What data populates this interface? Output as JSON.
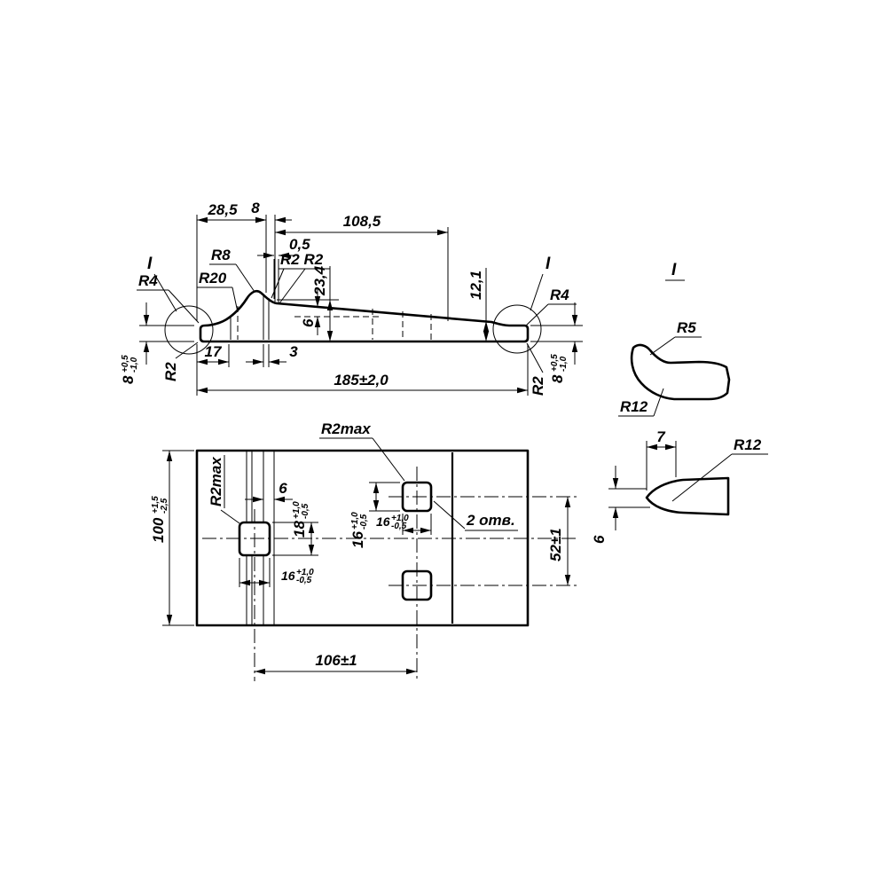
{
  "side_view": {
    "dim_28_5": "28,5",
    "dim_8": "8",
    "dim_108_5": "108,5",
    "dim_0_5": "0,5",
    "dim_23_4": "23,4",
    "dim_6": "6",
    "dim_12_1": "12,1",
    "dim_17": "17",
    "dim_3": "3",
    "dim_185": "185±2,0",
    "r4_left": "R4",
    "r8": "R8",
    "r20": "R20",
    "r2_pair": "R2 R2",
    "r4_right": "R4",
    "r2_bottom_left": "R2",
    "r2_bottom_right": "R2",
    "end_height": {
      "value": "8",
      "tol_plus": "+0,5",
      "tol_minus": "-1,0"
    },
    "section_mark_left": "I",
    "section_mark_right": "I"
  },
  "plan_view": {
    "overall_width": {
      "value": "100",
      "tol_plus": "+1,5",
      "tol_minus": "-2,5"
    },
    "r2max_top": "R2max",
    "r2max_side": "R2max",
    "dim_6": "6",
    "hole_height": {
      "value": "18",
      "tol_plus": "+1,0",
      "tol_minus": "-0,5"
    },
    "hole_size": {
      "value": "16",
      "tol_plus": "+1,0",
      "tol_minus": "-0,5"
    },
    "holes_note": "2 отв.",
    "dim_52": "52±1",
    "dim_106": "106±1"
  },
  "detail_i": {
    "label": "I",
    "r5": "R5",
    "r12": "R12"
  },
  "detail_end": {
    "dim_7": "7",
    "r12": "R12",
    "dim_6": "6"
  }
}
